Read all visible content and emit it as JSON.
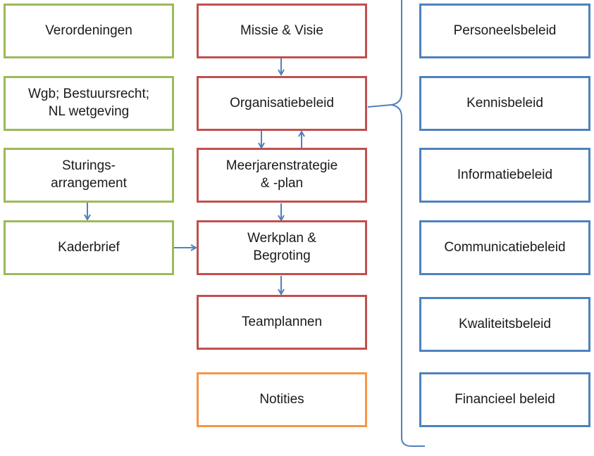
{
  "colors": {
    "green": "#9bbb59",
    "red": "#c0504d",
    "orange": "#f79646",
    "blue": "#4f81bd",
    "arrow": "#4f81bd"
  },
  "left_column": [
    {
      "label": "Verordeningen"
    },
    {
      "label": "Wgb; Bestuursrecht;\nNL wetgeving"
    },
    {
      "label": "Sturings-\narrangement"
    },
    {
      "label": "Kaderbrief"
    }
  ],
  "middle_column": [
    {
      "label": "Missie & Visie"
    },
    {
      "label": "Organisatiebeleid"
    },
    {
      "label": "Meerjarenstrategie\n& -plan"
    },
    {
      "label": "Werkplan &\nBegroting"
    },
    {
      "label": "Teamplannen"
    },
    {
      "label": "Notities"
    }
  ],
  "right_column": [
    {
      "label": "Personeelsbeleid"
    },
    {
      "label": "Kennisbeleid"
    },
    {
      "label": "Informatiebeleid"
    },
    {
      "label": "Communicatiebeleid"
    },
    {
      "label": "Kwaliteitsbeleid"
    },
    {
      "label": "Financieel beleid"
    }
  ]
}
